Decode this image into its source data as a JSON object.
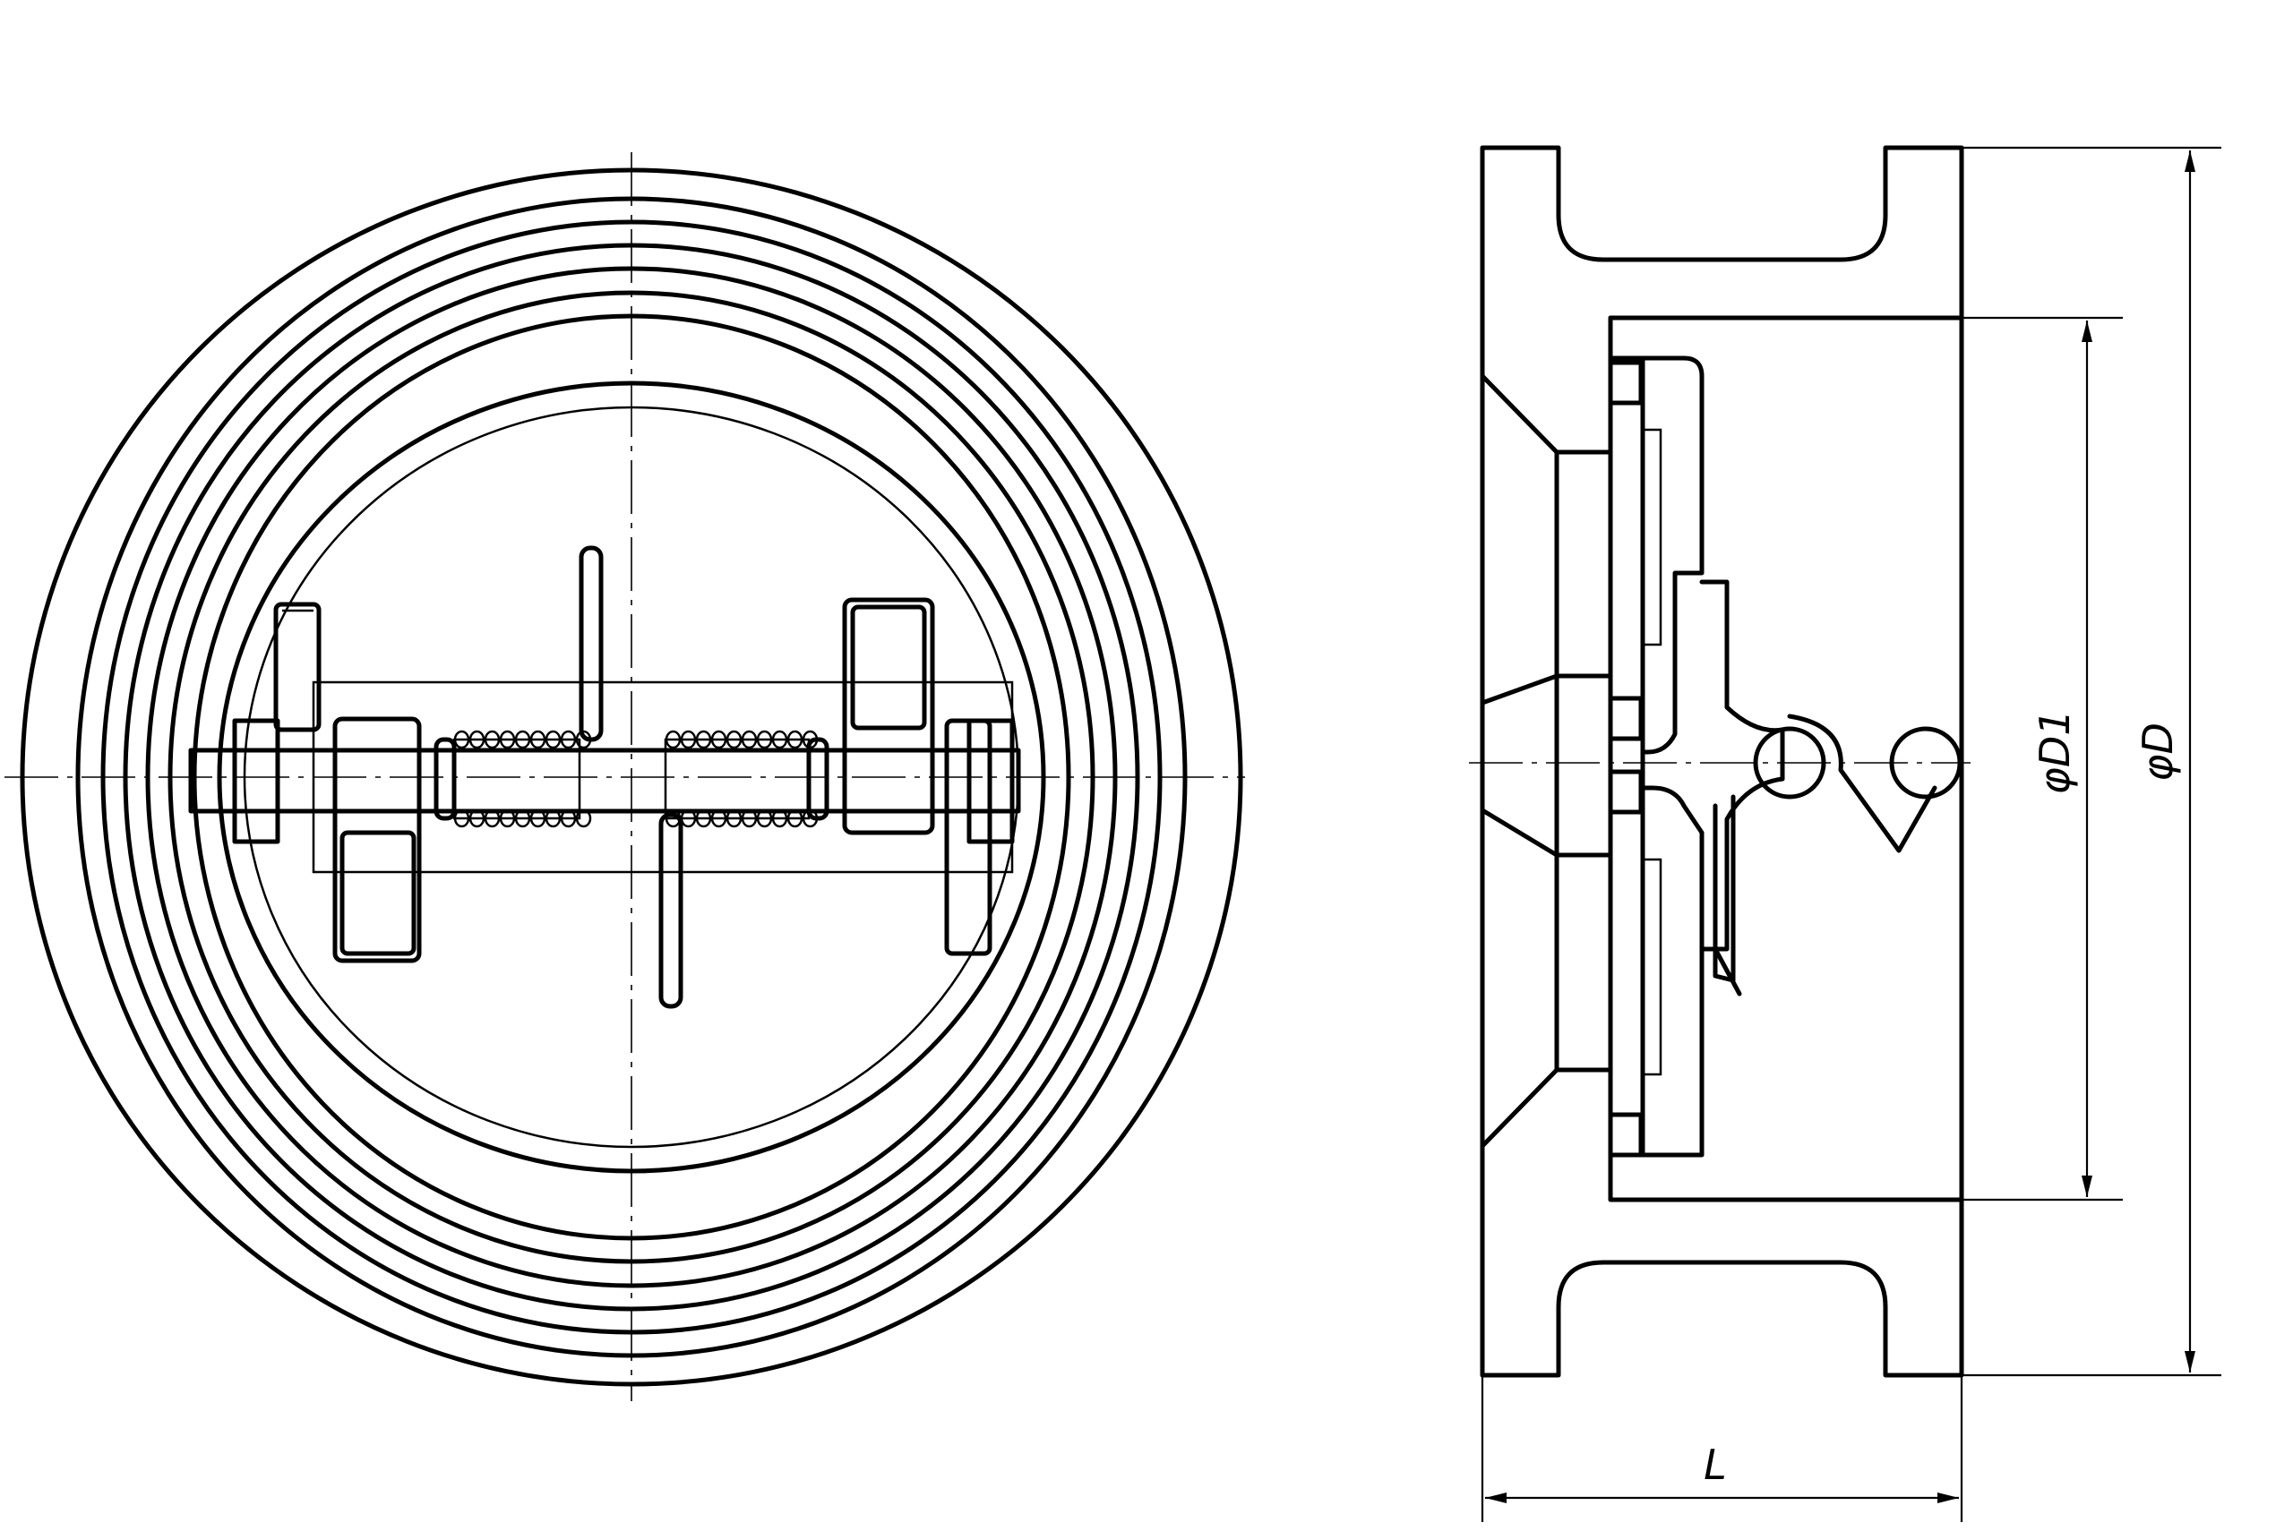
{
  "drawing": {
    "dimensions": {
      "length": "L",
      "inner_diameter": "φD1",
      "outer_diameter": "φD"
    }
  }
}
